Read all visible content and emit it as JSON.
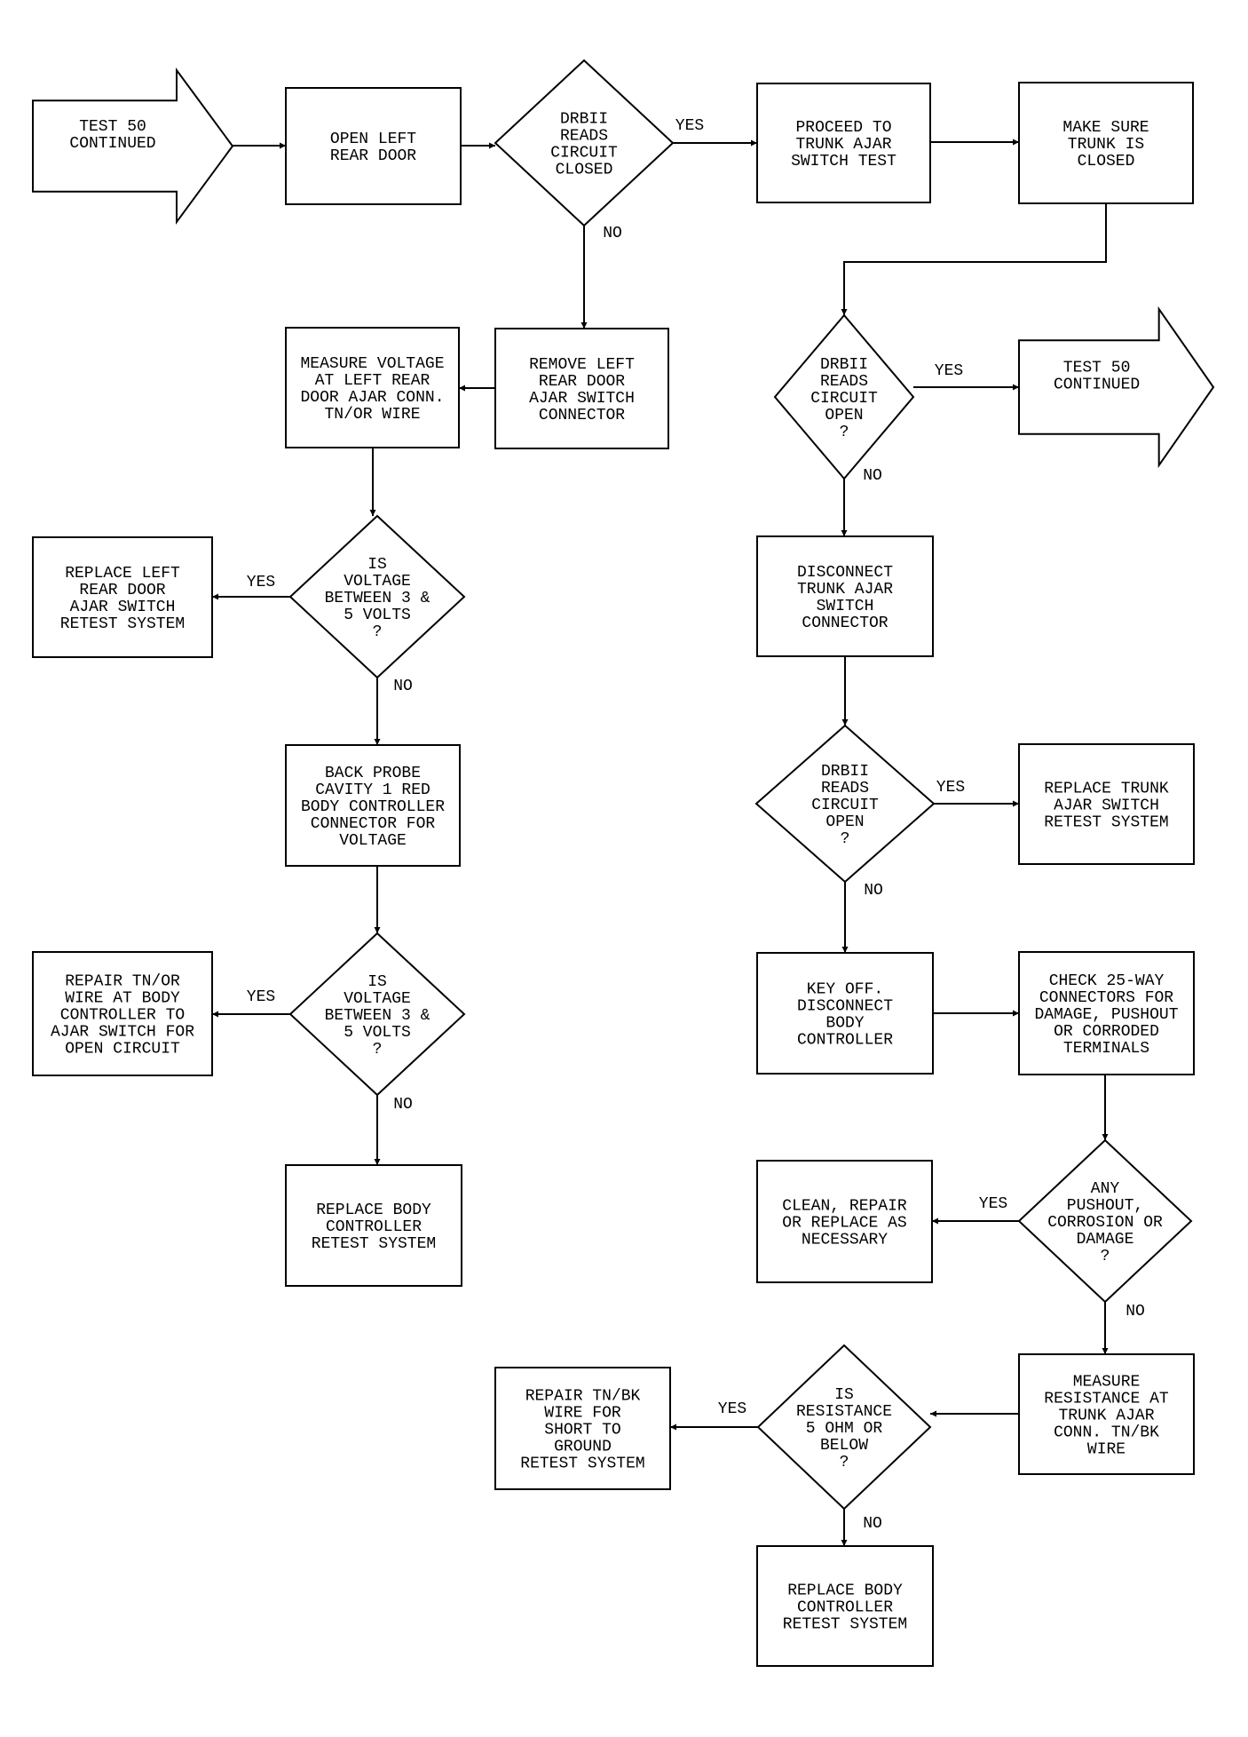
{
  "diagram": {
    "nodes": [
      {
        "id": "test50_in",
        "shape": "arrow",
        "lines": [
          "TEST 50",
          "CONTINUED"
        ]
      },
      {
        "id": "open_lr_door",
        "shape": "rect",
        "lines": [
          "OPEN LEFT",
          "REAR DOOR"
        ]
      },
      {
        "id": "d1",
        "shape": "diamond",
        "lines": [
          "DRBII",
          "READS",
          "CIRCUIT",
          "CLOSED"
        ]
      },
      {
        "id": "proceed_trunk",
        "shape": "rect",
        "lines": [
          "PROCEED TO",
          "TRUNK AJAR",
          "SWITCH TEST"
        ]
      },
      {
        "id": "make_sure_trunk",
        "shape": "rect",
        "lines": [
          "MAKE SURE",
          "TRUNK IS",
          "CLOSED"
        ]
      },
      {
        "id": "remove_lr_conn",
        "shape": "rect",
        "lines": [
          "REMOVE LEFT",
          "REAR DOOR",
          "AJAR SWITCH",
          "CONNECTOR"
        ]
      },
      {
        "id": "measure_voltage",
        "shape": "rect",
        "lines": [
          "MEASURE VOLTAGE",
          "AT LEFT REAR",
          "DOOR AJAR CONN.",
          "TN/OR WIRE"
        ]
      },
      {
        "id": "d2",
        "shape": "diamond",
        "lines": [
          "DRBII",
          "READS",
          "CIRCUIT",
          "OPEN",
          "?"
        ]
      },
      {
        "id": "test50_out",
        "shape": "arrow",
        "lines": [
          "TEST 50",
          "CONTINUED"
        ]
      },
      {
        "id": "replace_lr_switch",
        "shape": "rect",
        "lines": [
          "REPLACE LEFT",
          "REAR DOOR",
          "AJAR SWITCH",
          "RETEST SYSTEM"
        ]
      },
      {
        "id": "d3",
        "shape": "diamond",
        "lines": [
          "IS",
          "VOLTAGE",
          "BETWEEN 3 &",
          "5 VOLTS",
          "?"
        ]
      },
      {
        "id": "disconnect_trunk",
        "shape": "rect",
        "lines": [
          "DISCONNECT",
          "TRUNK AJAR",
          "SWITCH",
          "CONNECTOR"
        ]
      },
      {
        "id": "back_probe",
        "shape": "rect",
        "lines": [
          "BACK PROBE",
          "CAVITY 1 RED",
          "BODY CONTROLLER",
          "CONNECTOR FOR",
          "VOLTAGE"
        ]
      },
      {
        "id": "d4",
        "shape": "diamond",
        "lines": [
          "DRBII",
          "READS",
          "CIRCUIT",
          "OPEN",
          "?"
        ]
      },
      {
        "id": "replace_trunk_switch",
        "shape": "rect",
        "lines": [
          "REPLACE TRUNK",
          "AJAR SWITCH",
          "RETEST SYSTEM"
        ]
      },
      {
        "id": "repair_tn_or",
        "shape": "rect",
        "lines": [
          "REPAIR TN/OR",
          "WIRE AT BODY",
          "CONTROLLER TO",
          "AJAR SWITCH FOR",
          "OPEN CIRCUIT"
        ]
      },
      {
        "id": "d5",
        "shape": "diamond",
        "lines": [
          "IS",
          "VOLTAGE",
          "BETWEEN 3 &",
          "5 VOLTS",
          "?"
        ]
      },
      {
        "id": "key_off",
        "shape": "rect",
        "lines": [
          "KEY OFF.",
          "DISCONNECT",
          "BODY",
          "CONTROLLER"
        ]
      },
      {
        "id": "check_25way",
        "shape": "rect",
        "lines": [
          "CHECK 25-WAY",
          "CONNECTORS FOR",
          "DAMAGE, PUSHOUT",
          "OR CORRODED",
          "TERMINALS"
        ]
      },
      {
        "id": "replace_bc_1",
        "shape": "rect",
        "lines": [
          "REPLACE BODY",
          "CONTROLLER",
          "RETEST SYSTEM"
        ]
      },
      {
        "id": "clean_repair",
        "shape": "rect",
        "lines": [
          "CLEAN, REPAIR",
          "OR REPLACE AS",
          "NECESSARY"
        ]
      },
      {
        "id": "d6",
        "shape": "diamond",
        "lines": [
          "ANY",
          "PUSHOUT,",
          "CORROSION OR",
          "DAMAGE",
          "?"
        ]
      },
      {
        "id": "repair_tn_bk",
        "shape": "rect",
        "lines": [
          "REPAIR TN/BK",
          "WIRE FOR",
          "SHORT TO",
          "GROUND",
          "RETEST SYSTEM"
        ]
      },
      {
        "id": "d7",
        "shape": "diamond",
        "lines": [
          "IS",
          "RESISTANCE",
          "5 OHM OR",
          "BELOW",
          "?"
        ]
      },
      {
        "id": "measure_resistance",
        "shape": "rect",
        "lines": [
          "MEASURE",
          "RESISTANCE AT",
          "TRUNK AJAR",
          "CONN. TN/BK",
          "WIRE"
        ]
      },
      {
        "id": "replace_bc_2",
        "shape": "rect",
        "lines": [
          "REPLACE BODY",
          "CONTROLLER",
          "RETEST SYSTEM"
        ]
      }
    ],
    "edge_labels": [
      {
        "id": "d1_yes",
        "text": "YES"
      },
      {
        "id": "d1_no",
        "text": "NO"
      },
      {
        "id": "d2_yes",
        "text": "YES"
      },
      {
        "id": "d2_no",
        "text": "NO"
      },
      {
        "id": "d3_yes",
        "text": "YES"
      },
      {
        "id": "d3_no",
        "text": "NO"
      },
      {
        "id": "d4_yes",
        "text": "YES"
      },
      {
        "id": "d4_no",
        "text": "NO"
      },
      {
        "id": "d5_yes",
        "text": "YES"
      },
      {
        "id": "d5_no",
        "text": "NO"
      },
      {
        "id": "d6_yes",
        "text": "YES"
      },
      {
        "id": "d6_no",
        "text": "NO"
      },
      {
        "id": "d7_yes",
        "text": "YES"
      },
      {
        "id": "d7_no",
        "text": "NO"
      }
    ],
    "edges": [
      {
        "from": "test50_in",
        "to": "open_lr_door"
      },
      {
        "from": "open_lr_door",
        "to": "d1"
      },
      {
        "from": "d1",
        "to": "proceed_trunk",
        "label": "YES"
      },
      {
        "from": "proceed_trunk",
        "to": "make_sure_trunk"
      },
      {
        "from": "make_sure_trunk",
        "to": "d2"
      },
      {
        "from": "d1",
        "to": "remove_lr_conn",
        "label": "NO"
      },
      {
        "from": "remove_lr_conn",
        "to": "measure_voltage"
      },
      {
        "from": "measure_voltage",
        "to": "d3"
      },
      {
        "from": "d3",
        "to": "replace_lr_switch",
        "label": "YES"
      },
      {
        "from": "d3",
        "to": "back_probe",
        "label": "NO"
      },
      {
        "from": "back_probe",
        "to": "d5"
      },
      {
        "from": "d5",
        "to": "repair_tn_or",
        "label": "YES"
      },
      {
        "from": "d5",
        "to": "replace_bc_1",
        "label": "NO"
      },
      {
        "from": "d2",
        "to": "test50_out",
        "label": "YES"
      },
      {
        "from": "d2",
        "to": "disconnect_trunk",
        "label": "NO"
      },
      {
        "from": "disconnect_trunk",
        "to": "d4"
      },
      {
        "from": "d4",
        "to": "replace_trunk_switch",
        "label": "YES"
      },
      {
        "from": "d4",
        "to": "key_off",
        "label": "NO"
      },
      {
        "from": "key_off",
        "to": "check_25way"
      },
      {
        "from": "check_25way",
        "to": "d6"
      },
      {
        "from": "d6",
        "to": "clean_repair",
        "label": "YES"
      },
      {
        "from": "d6",
        "to": "measure_resistance",
        "label": "NO"
      },
      {
        "from": "measure_resistance",
        "to": "d7"
      },
      {
        "from": "d7",
        "to": "repair_tn_bk",
        "label": "YES"
      },
      {
        "from": "d7",
        "to": "replace_bc_2",
        "label": "NO"
      }
    ]
  }
}
